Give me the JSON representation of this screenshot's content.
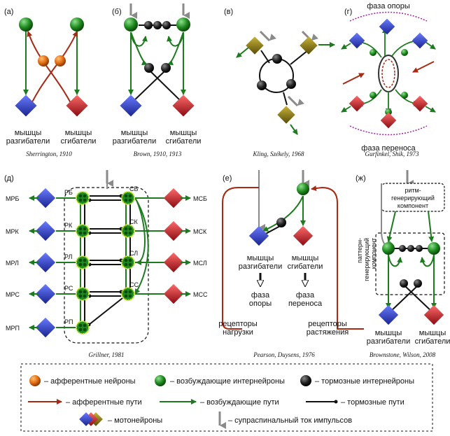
{
  "panels": {
    "a": {
      "letter": "(а)",
      "left_label": [
        "мышцы",
        "разгибатели"
      ],
      "right_label": [
        "мышцы",
        "сгибатели"
      ],
      "caption": "Sherrington, 1910"
    },
    "b": {
      "letter": "(б)",
      "left_label": [
        "мышцы",
        "разгибатели"
      ],
      "right_label": [
        "мышцы",
        "сгибатели"
      ],
      "caption": "Brown, 1910, 1913"
    },
    "v": {
      "letter": "(в)",
      "caption": "Kling, Székely, 1968"
    },
    "g": {
      "letter": "(г)",
      "top_label": "фаза опоры",
      "bottom_label": "фаза переноса",
      "caption": "Gurfinkel, Shik, 1973"
    },
    "d": {
      "letter": "(д)",
      "caption": "Grillner, 1981",
      "left_outputs": [
        "МРБ",
        "МРК",
        "МРЛ",
        "МРС",
        "МРП"
      ],
      "right_outputs": [
        "МСБ",
        "МСК",
        "МСЛ",
        "МСС"
      ],
      "left_nodes": [
        "РБ",
        "РК",
        "РЛ",
        "РС",
        "РП"
      ],
      "right_nodes": [
        "СБ",
        "СК",
        "СЛ",
        "СС"
      ]
    },
    "e": {
      "letter": "(е)",
      "left_label": [
        "мышцы",
        "разгибатели"
      ],
      "right_label": [
        "мышцы",
        "сгибатели"
      ],
      "phase_left": [
        "фаза",
        "опоры"
      ],
      "phase_right": [
        "фаза",
        "переноса"
      ],
      "receptor_left": [
        "рецепторы",
        "нагрузки"
      ],
      "receptor_right": [
        "рецепторы",
        "растяжения"
      ],
      "caption": "Pearson, Duysens, 1976"
    },
    "zh": {
      "letter": "(ж)",
      "rhythm_box": [
        "ритм-",
        "генерирующий",
        "компонент"
      ],
      "pattern_box": [
        "паттерн-",
        "генерирующий",
        "компонент"
      ],
      "left_label": [
        "мышцы",
        "разгибатели"
      ],
      "right_label": [
        "мышцы",
        "сгибатели"
      ],
      "caption": "Brownstone, Wilson, 2008"
    }
  },
  "legend": {
    "afferent_neurons": "– афферентные нейроны",
    "excitatory_interneurons": "– возбуждающие интернейроны",
    "inhibitory_interneurons": "– тормозные интернейроны",
    "afferent_paths": "– афферентные пути",
    "excitatory_paths": "– возбуждающие пути",
    "inhibitory_paths": "– тормозные пути",
    "motoneurons": "– мотонейроны",
    "supraspinal": "– супраспинальный ток импульсов"
  },
  "colors": {
    "excitatory": "#1e7a1e",
    "afferent": "#a82a14",
    "extensor": "#2f3fb0",
    "flexor": "#c8202a",
    "mixed": "#8c7a1a",
    "inhibitory": "#111111",
    "supraspinal": "#8a8a8a",
    "afferent_neuron": "#e06a10"
  }
}
